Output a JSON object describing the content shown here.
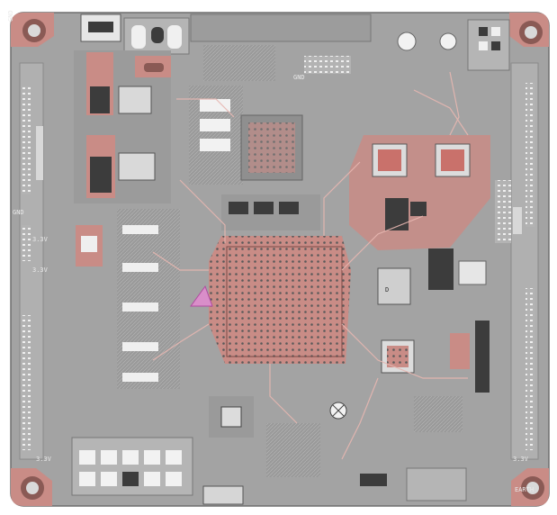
{
  "board": {
    "colors": {
      "substrate": "#a3a3a3",
      "copper": "#c98c86",
      "copper_dark": "#7f4b47",
      "trace": "#e7b7b1",
      "silk": "#e9e9e9",
      "pad": "#f2f2f2",
      "dark": "#3c3c3c"
    },
    "labels": {
      "top_left": "GND",
      "left_mid": "GND",
      "top_center": "GND",
      "left_3v3_a": "3.3V",
      "left_3v3_b": "3.3V",
      "bottom_left_3v3": "3.3V",
      "bottom_right_3v3": "3.3V",
      "earth": "EARTH"
    }
  }
}
